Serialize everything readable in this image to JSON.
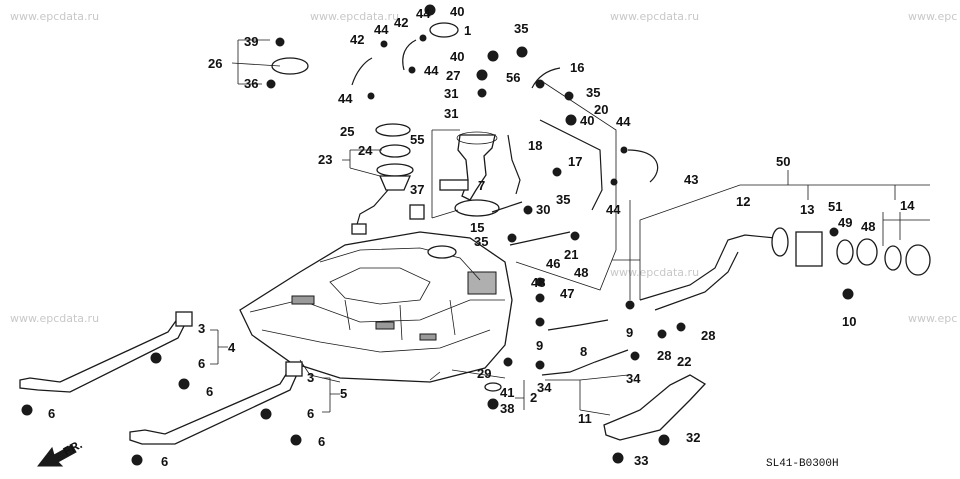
{
  "watermark": "www.epcdata.ru",
  "watermark_cut": "www.epc",
  "diagram_code": "SL41-B0300H",
  "direction_label": "FR.",
  "callouts": {
    "c1": "1",
    "c2": "2",
    "c3a": "3",
    "c3b": "3",
    "c4": "4",
    "c5": "5",
    "c6a": "6",
    "c6b": "6",
    "c6c": "6",
    "c6d": "6",
    "c6e": "6",
    "c6f": "6",
    "c7": "7",
    "c8": "8",
    "c9a": "9",
    "c9b": "9",
    "c10": "10",
    "c11": "11",
    "c12": "12",
    "c13": "13",
    "c14": "14",
    "c15": "15",
    "c16": "16",
    "c17": "17",
    "c18": "18",
    "c20": "20",
    "c21": "21",
    "c22": "22",
    "c23": "23",
    "c24": "24",
    "c25": "25",
    "c26": "26",
    "c27": "27",
    "c28a": "28",
    "c28b": "28",
    "c29": "29",
    "c30": "30",
    "c31a": "31",
    "c31b": "31",
    "c32": "32",
    "c33": "33",
    "c34a": "34",
    "c34b": "34",
    "c35a": "35",
    "c35b": "35",
    "c35c": "35",
    "c35d": "35",
    "c36": "36",
    "c37": "37",
    "c38": "38",
    "c39": "39",
    "c40a": "40",
    "c40b": "40",
    "c40c": "40",
    "c41": "41",
    "c42a": "42",
    "c42b": "42",
    "c43": "43",
    "c44a": "44",
    "c44b": "44",
    "c44c": "44",
    "c44d": "44",
    "c44e": "44",
    "c44f": "44",
    "c46": "46",
    "c47": "47",
    "c48a": "48",
    "c48b": "48",
    "c48c": "48",
    "c49": "49",
    "c50": "50",
    "c51": "51",
    "c55": "55",
    "c56": "56"
  }
}
